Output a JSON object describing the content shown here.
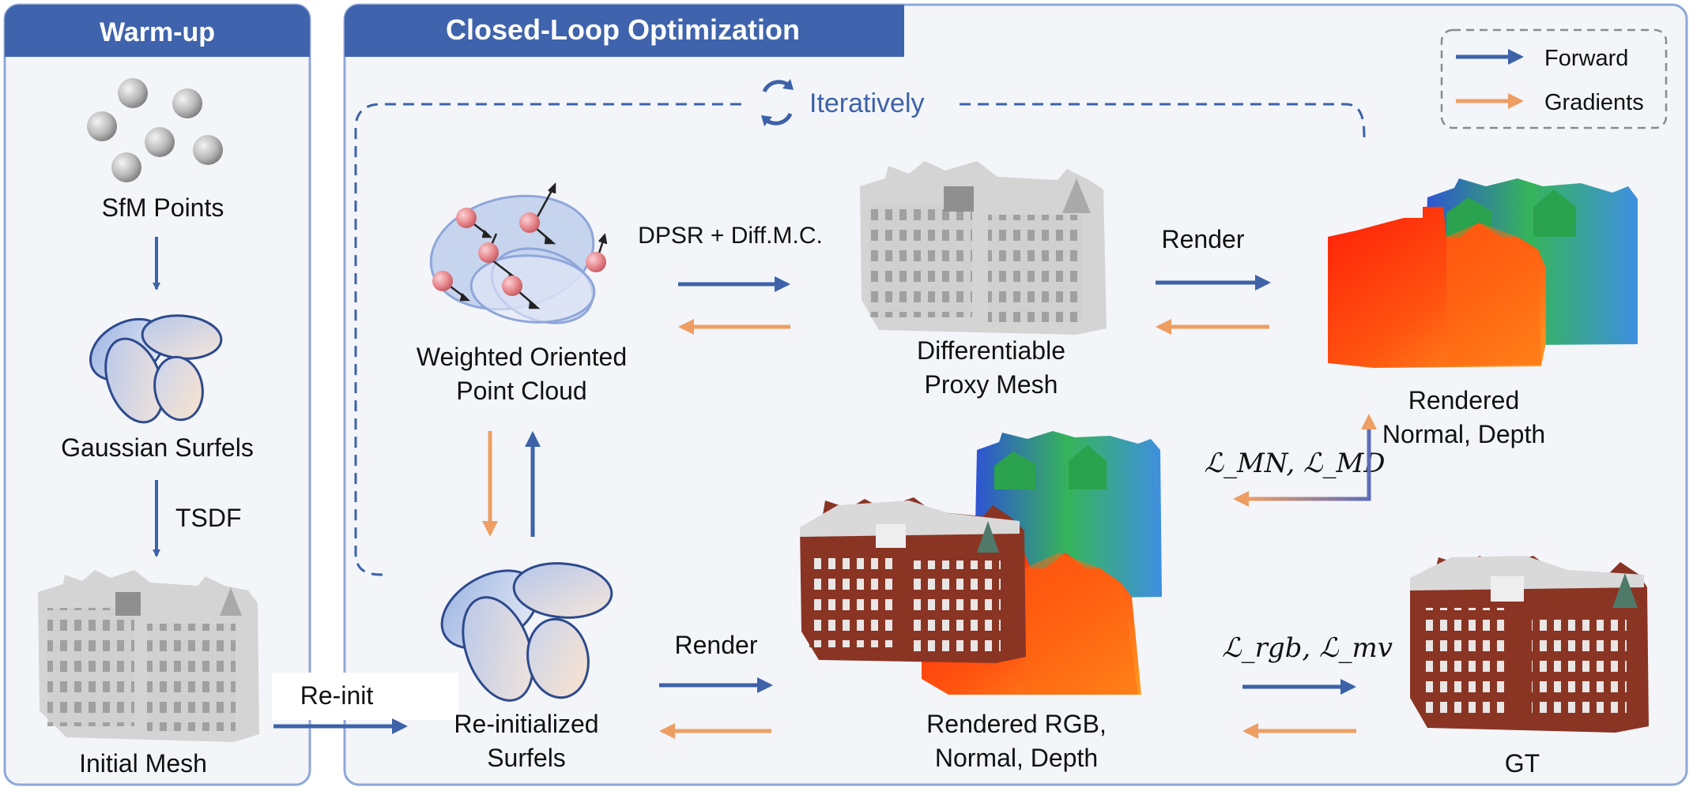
{
  "panels": {
    "warmup_title": "Warm-up",
    "closed_loop_title": "Closed-Loop Optimization"
  },
  "legend": {
    "forward": "Forward",
    "gradients": "Gradients",
    "forward_color": "#3D62A8",
    "gradient_color": "#EE9E63"
  },
  "loop": {
    "label": "Iteratively"
  },
  "warmup": {
    "sfm_points": "SfM Points",
    "gaussian_surfels": "Gaussian Surfels",
    "tsdf": "TSDF",
    "initial_mesh": "Initial Mesh",
    "reinit": "Re-init"
  },
  "nodes": {
    "weighted_line1": "Weighted Oriented",
    "weighted_line2": "Point Cloud",
    "proxy_line1": "Differentiable",
    "proxy_line2": "Proxy Mesh",
    "rendered_nd_line1": "Rendered",
    "rendered_nd_line2": "Normal, Depth",
    "reinit_line1": "Re-initialized",
    "reinit_line2": "Surfels",
    "rendered_rgb_line1": "Rendered RGB,",
    "rendered_rgb_line2": "Normal, Depth",
    "gt": "GT"
  },
  "edges": {
    "dpsr": "DPSR + Diff.M.C.",
    "render_top": "Render",
    "render_bottom": "Render",
    "loss_mesh": "ℒ_MN, ℒ_MD",
    "loss_rgb": "ℒ_rgb, ℒ_mv"
  },
  "colors": {
    "panel_blue": "#3F63AC",
    "panel_border": "#8EA8D8",
    "panel_bg": "#F3F5F9",
    "surfel_blue": "#A9BEE6",
    "surfel_peach": "#FBE3D0",
    "point_pink": "#E58A8E",
    "mesh_gray": "#C8C8C8",
    "brick_red": "#8A3424",
    "depth_red": "#FF2A0A",
    "depth_orange": "#FF8A1E",
    "normal_blue": "#3A6BE0",
    "normal_green": "#3DB85C"
  }
}
